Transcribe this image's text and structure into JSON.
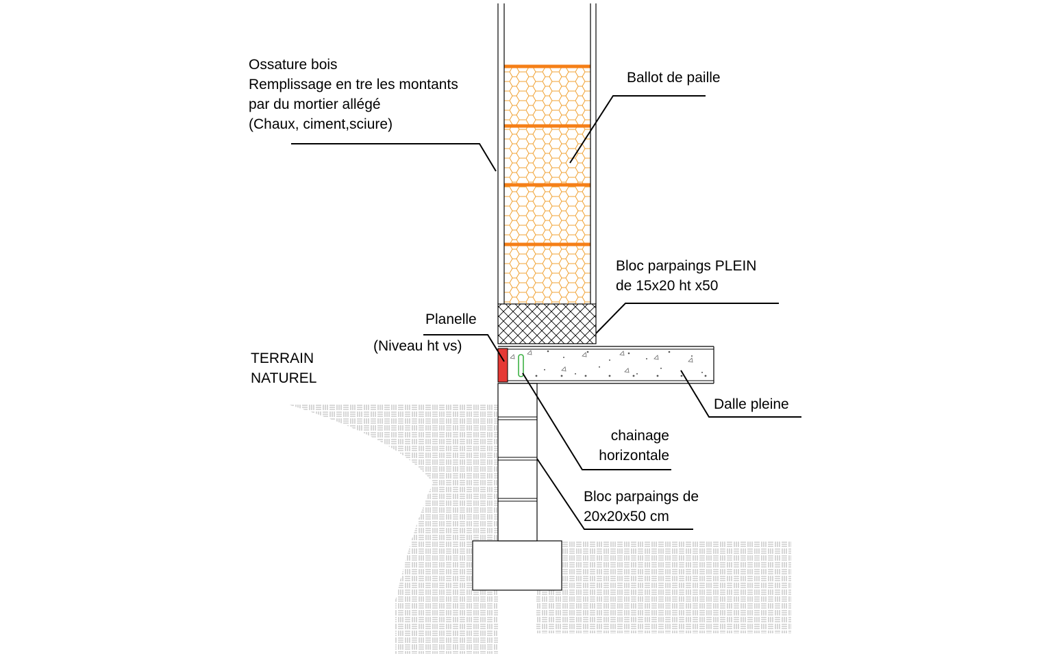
{
  "labels": {
    "ossature": {
      "line1": "Ossature bois",
      "line2": "Remplissage en tre les montants",
      "line3": "par du mortier allégé",
      "line4": "(Chaux, ciment,sciure)"
    },
    "ballot": "Ballot de paille",
    "bloc_plein": {
      "line1": "Bloc parpaings PLEIN",
      "line2": "de 15x20 ht x50"
    },
    "planelle": "Planelle",
    "niveau": "(Niveau ht vs)",
    "terrain": {
      "line1": "TERRAIN",
      "line2": "NATUREL"
    },
    "dalle": "Dalle pleine",
    "chainage": {
      "line1": "chainage",
      "line2": "horizontale"
    },
    "bloc_20": {
      "line1": "Bloc parpaings de",
      "line2": "20x20x50 cm"
    }
  },
  "colors": {
    "straw_hatch": "#f0a030",
    "straw_band": "#f57f17",
    "planelle": "#e53935",
    "chainage": "#3cb043",
    "line": "#000000",
    "soil": "#9a9a9a"
  }
}
